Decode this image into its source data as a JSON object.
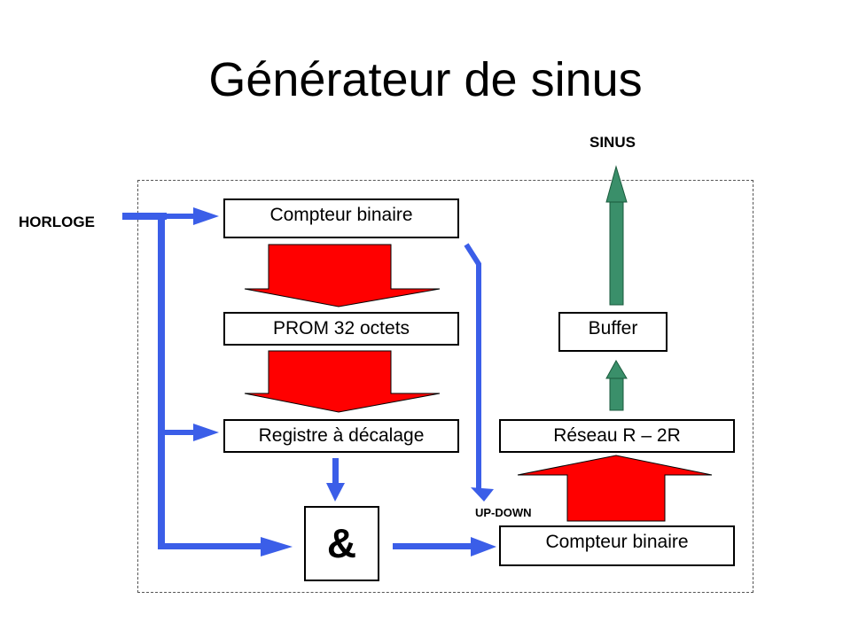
{
  "title": "Générateur de sinus",
  "labels": {
    "sinus": "SINUS",
    "horloge": "HORLOGE",
    "up_down": "UP-DOWN"
  },
  "blocks": {
    "counter_top": "Compteur binaire",
    "prom": "PROM 32 octets",
    "shift_register": "Registre à décalage",
    "and_gate": "&",
    "buffer": "Buffer",
    "r2r_network": "Réseau R – 2R",
    "counter_bottom": "Compteur binaire"
  },
  "colors": {
    "signal_line": "#3b5ee8",
    "data_bus": "#ff0000",
    "analog_path": "#3a8f6a",
    "frame": "#555555"
  }
}
